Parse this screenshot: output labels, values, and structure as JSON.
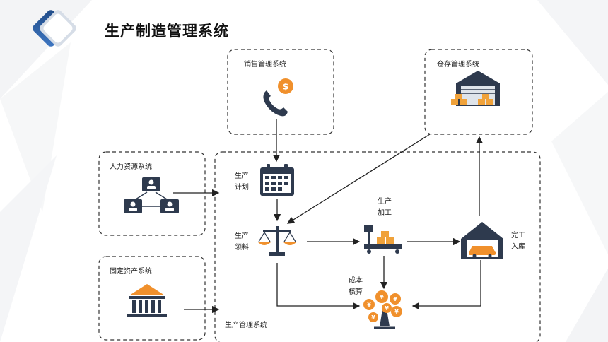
{
  "title": "生产制造管理系统",
  "boxes": {
    "sales": "销售管理系统",
    "warehouse": "仓存管理系统",
    "hr": "人力资源系统",
    "fixed_assets": "固定资产系统",
    "production": "生产管理系统"
  },
  "steps": {
    "plan_line1": "生产",
    "plan_line2": "计划",
    "pick_line1": "生产",
    "pick_line2": "领料",
    "process_line1": "生产",
    "process_line2": "加工",
    "finish_line1": "完工",
    "finish_line2": "入库",
    "cost_line1": "成本",
    "cost_line2": "核算"
  },
  "icons": [
    "phone-dollar-icon",
    "warehouse-icon",
    "network-users-icon",
    "bank-building-icon",
    "calendar-icon",
    "balance-scale-icon",
    "scale-with-boxes-icon",
    "garage-car-icon",
    "money-tree-icon"
  ],
  "colors": {
    "orange": "#f0902c",
    "navy": "#2e3a4e",
    "accent_blue": "#2f6fb5"
  }
}
